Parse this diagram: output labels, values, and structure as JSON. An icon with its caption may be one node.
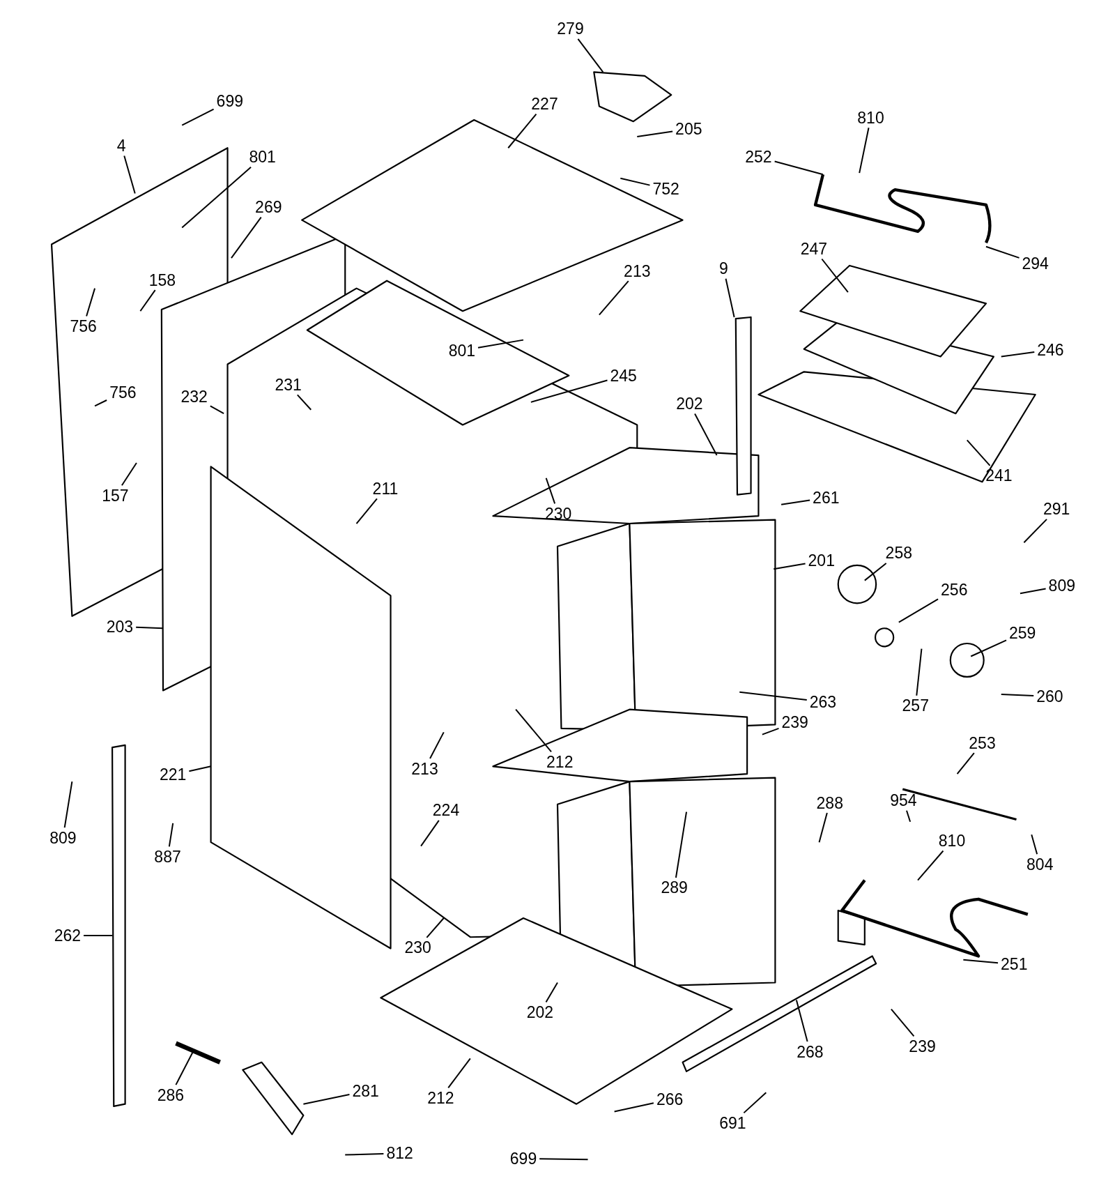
{
  "diagram": {
    "nodes": [
      {
        "text": [
          "279"
        ]
      },
      {
        "text": [
          "699"
        ]
      },
      {
        "text": [
          "227"
        ]
      },
      {
        "text": [
          "205"
        ]
      },
      {
        "text": [
          "810"
        ]
      },
      {
        "text": [
          "4"
        ]
      },
      {
        "text": [
          "801"
        ]
      },
      {
        "text": [
          "252"
        ]
      },
      {
        "text": [
          "752"
        ]
      },
      {
        "text": [
          "269"
        ]
      },
      {
        "text": [
          "294"
        ]
      },
      {
        "text": [
          "247"
        ]
      },
      {
        "text": [
          "213"
        ]
      },
      {
        "text": [
          "158"
        ]
      },
      {
        "text": [
          "9"
        ]
      },
      {
        "text": [
          "756"
        ]
      },
      {
        "text": [
          "801"
        ]
      },
      {
        "text": [
          "246"
        ]
      },
      {
        "text": [
          "245"
        ]
      },
      {
        "text": [
          "231"
        ]
      },
      {
        "text": [
          "232"
        ]
      },
      {
        "text": [
          "202"
        ]
      },
      {
        "text": [
          "756"
        ]
      },
      {
        "text": [
          "157"
        ]
      },
      {
        "text": [
          "211"
        ]
      },
      {
        "text": [
          "230"
        ]
      },
      {
        "text": [
          "261"
        ]
      },
      {
        "text": [
          "241"
        ]
      },
      {
        "text": [
          "291"
        ]
      },
      {
        "text": [
          "258"
        ]
      },
      {
        "text": [
          "201"
        ]
      },
      {
        "text": [
          "256"
        ]
      },
      {
        "text": [
          "809"
        ]
      },
      {
        "text": [
          "259"
        ]
      },
      {
        "text": [
          "203"
        ]
      },
      {
        "text": [
          "257"
        ]
      },
      {
        "text": [
          "260"
        ]
      },
      {
        "text": [
          "263"
        ]
      },
      {
        "text": [
          "239"
        ]
      },
      {
        "text": [
          "212"
        ]
      },
      {
        "text": [
          "213"
        ]
      },
      {
        "text": [
          "253"
        ]
      },
      {
        "text": [
          "288"
        ]
      },
      {
        "text": [
          "954"
        ]
      },
      {
        "text": [
          "221"
        ]
      },
      {
        "text": [
          "224"
        ]
      },
      {
        "text": [
          "809"
        ]
      },
      {
        "text": [
          "887"
        ]
      },
      {
        "text": [
          "810"
        ]
      },
      {
        "text": [
          "804"
        ]
      },
      {
        "text": [
          "289"
        ]
      },
      {
        "text": [
          "262"
        ]
      },
      {
        "text": [
          "230"
        ]
      },
      {
        "text": [
          "251"
        ]
      },
      {
        "text": [
          "202"
        ]
      },
      {
        "text": [
          "239"
        ]
      },
      {
        "text": [
          "268"
        ]
      },
      {
        "text": [
          "281"
        ]
      },
      {
        "text": [
          "286"
        ]
      },
      {
        "text": [
          "212"
        ]
      },
      {
        "text": [
          "266"
        ]
      },
      {
        "text": [
          "691"
        ]
      },
      {
        "text": [
          "812"
        ]
      },
      {
        "text": [
          "699"
        ]
      }
    ],
    "edges": [
      {
        "from": 0,
        "to": null,
        "arrow": "none"
      },
      {
        "from": 1,
        "to": null,
        "arrow": "none"
      },
      {
        "from": 2,
        "to": null,
        "arrow": "none"
      },
      {
        "from": 3,
        "to": null,
        "arrow": "none"
      },
      {
        "from": 4,
        "to": null,
        "arrow": "none"
      },
      {
        "from": 5,
        "to": null,
        "arrow": "none"
      },
      {
        "from": 6,
        "to": null,
        "arrow": "none"
      },
      {
        "from": 7,
        "to": null,
        "arrow": "none"
      },
      {
        "from": 8,
        "to": null,
        "arrow": "none"
      },
      {
        "from": 9,
        "to": null,
        "arrow": "none"
      },
      {
        "from": 10,
        "to": null,
        "arrow": "none"
      },
      {
        "from": 11,
        "to": null,
        "arrow": "none"
      },
      {
        "from": 12,
        "to": null,
        "arrow": "none"
      },
      {
        "from": 13,
        "to": null,
        "arrow": "none"
      },
      {
        "from": 14,
        "to": null,
        "arrow": "none"
      },
      {
        "from": 15,
        "to": null,
        "arrow": "none"
      },
      {
        "from": 16,
        "to": null,
        "arrow": "none"
      },
      {
        "from": 17,
        "to": null,
        "arrow": "none"
      },
      {
        "from": 18,
        "to": null,
        "arrow": "none"
      },
      {
        "from": 19,
        "to": null,
        "arrow": "none"
      },
      {
        "from": 20,
        "to": null,
        "arrow": "none"
      },
      {
        "from": 21,
        "to": null,
        "arrow": "none"
      },
      {
        "from": 22,
        "to": null,
        "arrow": "none"
      },
      {
        "from": 23,
        "to": null,
        "arrow": "none"
      },
      {
        "from": 24,
        "to": null,
        "arrow": "none"
      },
      {
        "from": 25,
        "to": null,
        "arrow": "none"
      },
      {
        "from": 26,
        "to": null,
        "arrow": "none"
      },
      {
        "from": 27,
        "to": null,
        "arrow": "none"
      },
      {
        "from": 28,
        "to": null,
        "arrow": "none"
      },
      {
        "from": 29,
        "to": null,
        "arrow": "none"
      },
      {
        "from": 30,
        "to": null,
        "arrow": "none"
      },
      {
        "from": 31,
        "to": null,
        "arrow": "none"
      },
      {
        "from": 32,
        "to": null,
        "arrow": "none"
      },
      {
        "from": 33,
        "to": null,
        "arrow": "none"
      },
      {
        "from": 34,
        "to": null,
        "arrow": "none"
      },
      {
        "from": 35,
        "to": null,
        "arrow": "none"
      },
      {
        "from": 36,
        "to": null,
        "arrow": "none"
      },
      {
        "from": 37,
        "to": null,
        "arrow": "none"
      },
      {
        "from": 38,
        "to": null,
        "arrow": "none"
      },
      {
        "from": 39,
        "to": null,
        "arrow": "none"
      },
      {
        "from": 40,
        "to": null,
        "arrow": "none"
      },
      {
        "from": 41,
        "to": null,
        "arrow": "none"
      },
      {
        "from": 42,
        "to": null,
        "arrow": "none"
      },
      {
        "from": 43,
        "to": null,
        "arrow": "none"
      },
      {
        "from": 44,
        "to": null,
        "arrow": "none"
      },
      {
        "from": 45,
        "to": null,
        "arrow": "none"
      },
      {
        "from": 46,
        "to": null,
        "arrow": "none"
      },
      {
        "from": 47,
        "to": null,
        "arrow": "none"
      },
      {
        "from": 48,
        "to": null,
        "arrow": "none"
      },
      {
        "from": 49,
        "to": null,
        "arrow": "none"
      },
      {
        "from": 50,
        "to": null,
        "arrow": "none"
      },
      {
        "from": 51,
        "to": null,
        "arrow": "none"
      },
      {
        "from": 52,
        "to": null,
        "arrow": "none"
      },
      {
        "from": 53,
        "to": null,
        "arrow": "none"
      },
      {
        "from": 54,
        "to": null,
        "arrow": "none"
      },
      {
        "from": 55,
        "to": null,
        "arrow": "none"
      },
      {
        "from": 56,
        "to": null,
        "arrow": "none"
      },
      {
        "from": 57,
        "to": null,
        "arrow": "none"
      },
      {
        "from": 58,
        "to": null,
        "arrow": "none"
      },
      {
        "from": 59,
        "to": null,
        "arrow": "none"
      },
      {
        "from": 60,
        "to": null,
        "arrow": "none"
      },
      {
        "from": 61,
        "to": null,
        "arrow": "none"
      },
      {
        "from": 62,
        "to": null,
        "arrow": "none"
      },
      {
        "from": 63,
        "to": null,
        "arrow": "none"
      }
    ]
  }
}
